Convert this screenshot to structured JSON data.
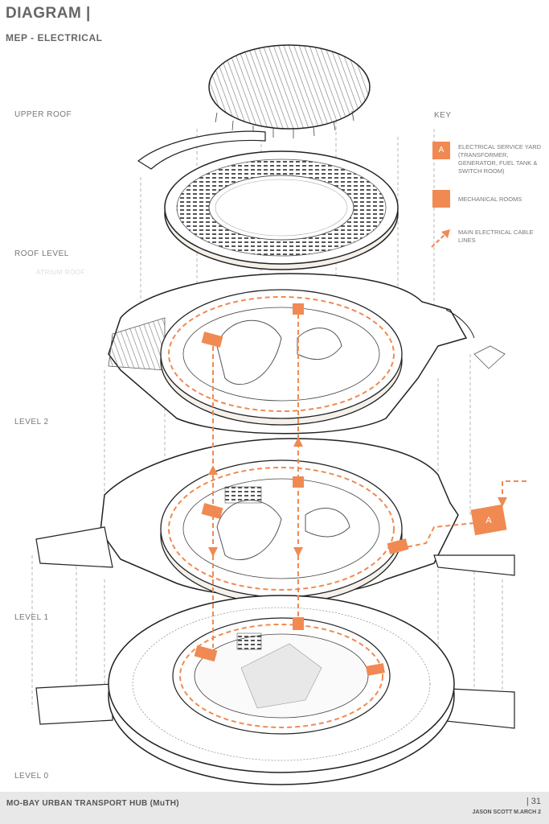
{
  "header": {
    "title": "DIAGRAM |",
    "subtitle": "MEP - ELECTRICAL"
  },
  "levels": {
    "upper_roof": "UPPER ROOF",
    "roof_level": "ROOF LEVEL",
    "level_2": "LEVEL 2",
    "level_1": "LEVEL 1",
    "level_0": "LEVEL 0"
  },
  "ghost_label": "ATRIUM ROOF",
  "key": {
    "title": "KEY",
    "service_yard_letter": "A",
    "service_yard_label": "ELECTRICAL SERVICE YARD (TRANSFORMER, GENERATOR, FUEL TANK & SWITCH ROOM)",
    "mechanical_label": "MECHANICAL ROOMS",
    "cable_label": "MAIN ELECTRICAL CABLE LINES"
  },
  "plan_marker": "A",
  "footer": {
    "project": "MO-BAY URBAN TRANSPORT HUB (MuTH)",
    "page": "| 31",
    "author": "JASON SCOTT M.ARCH 2"
  },
  "colors": {
    "accent": "#f08a52",
    "line": "#222222",
    "footer_bg": "#e8e8e8"
  }
}
